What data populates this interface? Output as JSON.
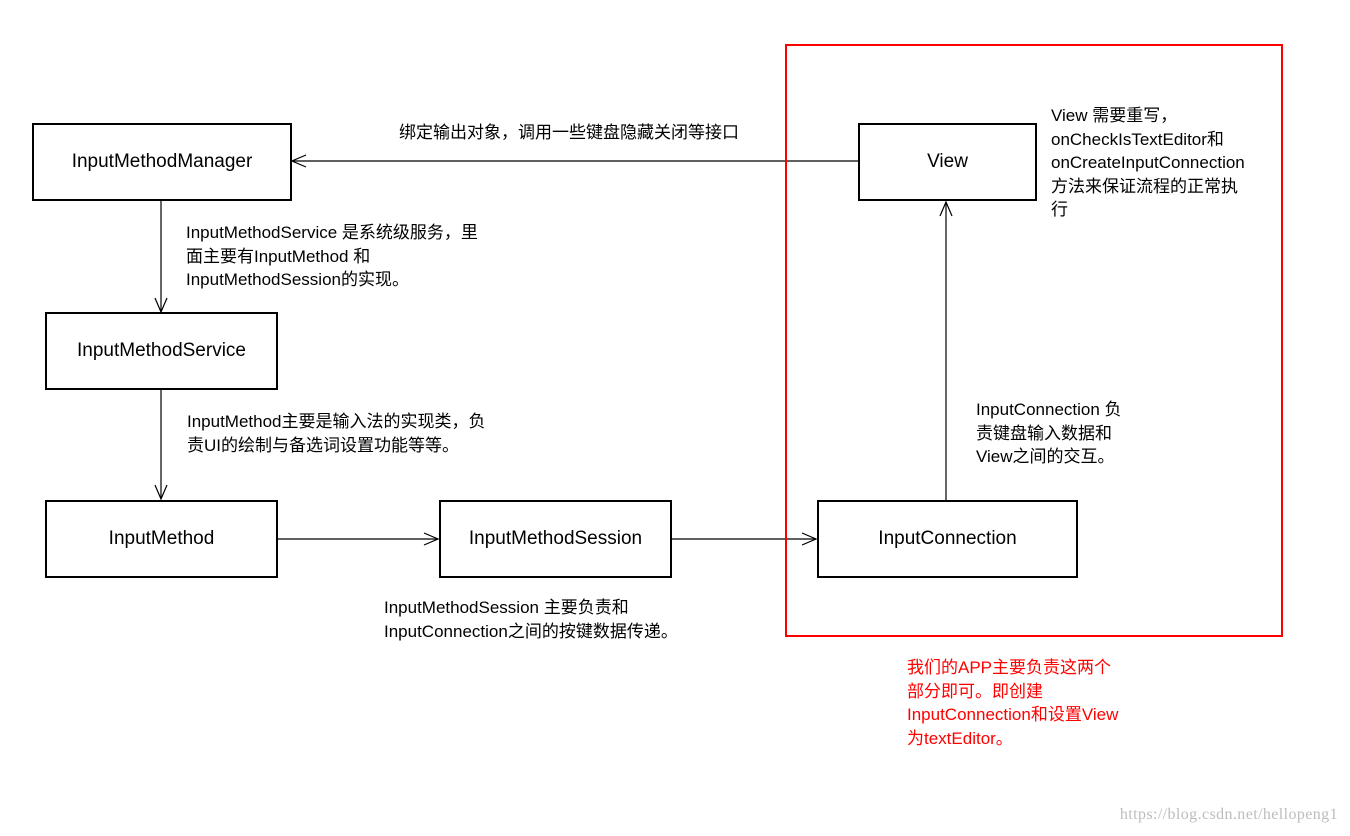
{
  "nodes": {
    "input_method_manager": "InputMethodManager",
    "input_method_service": "InputMethodService",
    "input_method": "InputMethod",
    "input_method_session": "InputMethodSession",
    "input_connection": "InputConnection",
    "view": "View"
  },
  "notes": {
    "bind_output": "绑定输出对象，调用一些键盘隐藏关闭等接口",
    "service_desc": [
      "InputMethodService 是系统级服务，里",
      "面主要有InputMethod 和",
      "InputMethodSession的实现。"
    ],
    "method_desc": [
      "InputMethod主要是输入法的实现类，负",
      "责UI的绘制与备选词设置功能等等。"
    ],
    "session_desc": [
      "InputMethodSession 主要负责和",
      "InputConnection之间的按键数据传递。"
    ],
    "connection_desc": [
      "InputConnection 负",
      "责键盘输入数据和",
      "View之间的交互。"
    ],
    "view_desc": [
      "View 需要重写，",
      "onCheckIsTextEditor和",
      "onCreateInputConnection",
      "方法来保证流程的正常执",
      "行"
    ],
    "app_desc": [
      "我们的APP主要负责这两个",
      "部分即可。即创建",
      "InputConnection和设置View",
      "为textEditor。"
    ]
  },
  "watermark": "https://blog.csdn.net/hellopeng1",
  "colors": {
    "line": "#000000",
    "highlight": "#ff0000",
    "watermark": "#bdbdbd"
  }
}
